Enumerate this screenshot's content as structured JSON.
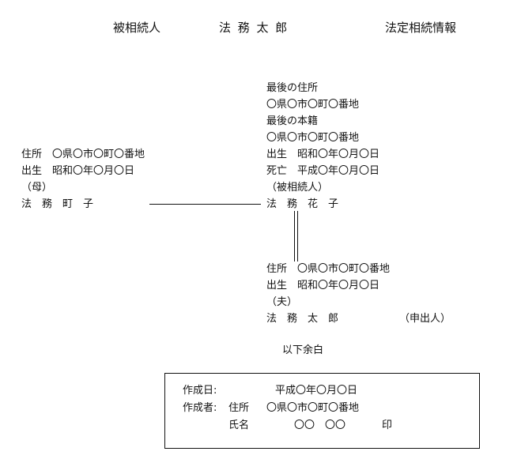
{
  "header": {
    "decedent_label": "被相続人",
    "decedent_name": "法 務 太 郎",
    "doc_title": "法定相続情報"
  },
  "decedent": {
    "last_address_label": "最後の住所",
    "last_address": "〇県〇市〇町〇番地",
    "last_domicile_label": "最後の本籍",
    "last_domicile": "〇県〇市〇町〇番地",
    "birth": "出生　昭和〇年〇月〇日",
    "death": "死亡　平成〇年〇月〇日",
    "role": "（被相続人）",
    "name": "法　務　花　子"
  },
  "mother": {
    "address": "住所　〇県〇市〇町〇番地",
    "birth": "出生　昭和〇年〇月〇日",
    "role": "（母）",
    "name": "法　務　町　子"
  },
  "husband": {
    "address": "住所　〇県〇市〇町〇番地",
    "birth": "出生　昭和〇年〇月〇日",
    "role": "（夫）",
    "name": "法　務　太　郎",
    "applicant": "（申出人）"
  },
  "end_note": "以下余白",
  "creator": {
    "date_label": "作成日:",
    "date_value": "平成〇年〇月〇日",
    "creator_label": "作成者:",
    "address_label": "住所",
    "address_value": "〇県〇市〇町〇番地",
    "name_label": "氏名",
    "name_value": "〇〇　〇〇",
    "seal": "印"
  }
}
